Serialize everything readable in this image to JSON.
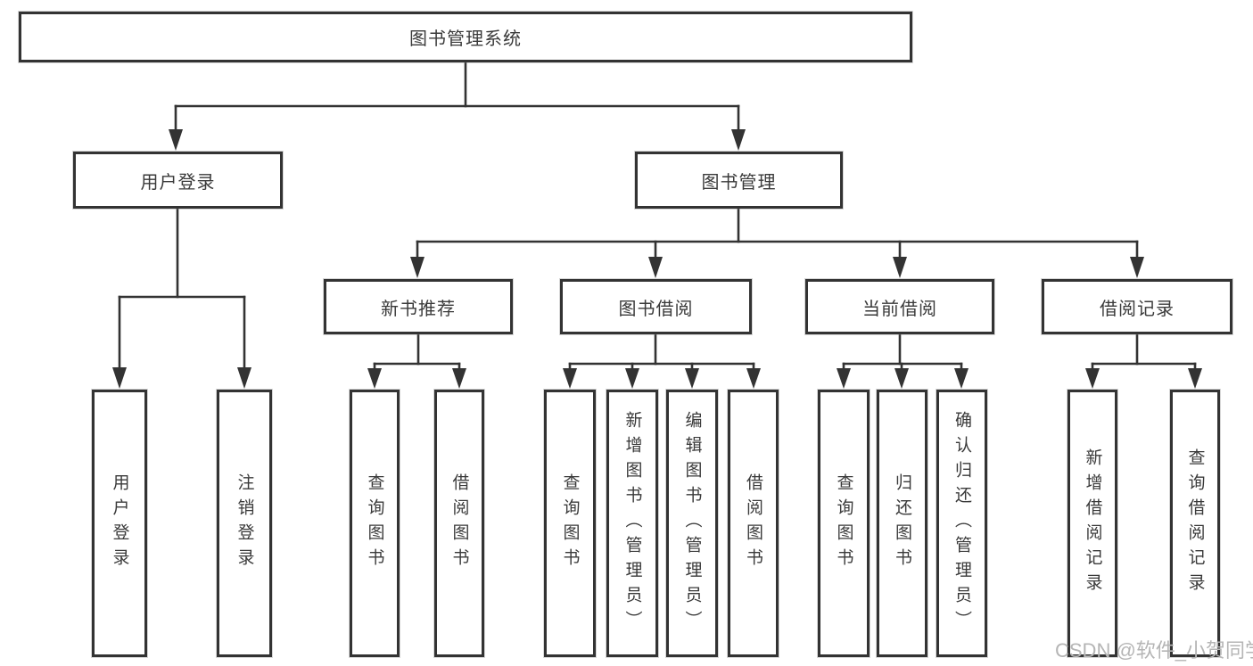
{
  "title_box": "图书管理系统",
  "level2": {
    "user_login": "用户登录",
    "book_management": "图书管理"
  },
  "level3": {
    "new_books": "新书推荐",
    "book_borrowing": "图书借阅",
    "current_borrowing": "当前借阅",
    "borrowing_records": "借阅记录"
  },
  "leaves": {
    "user_login": [
      "用户登录",
      "注销登录"
    ],
    "new_books": [
      "查询图书",
      "借阅图书"
    ],
    "book_borrowing": [
      "查询图书",
      "新增图书（管理员）",
      "编辑图书（管理员）",
      "借阅图书"
    ],
    "current_borrowing": [
      "查询图书",
      "归还图书",
      "确认归还（管理员）"
    ],
    "borrowing_records": [
      "新增借阅记录",
      "查询借阅记录"
    ]
  },
  "watermark": "CSDN @软件_小贺同学",
  "colors": {
    "line": "#333333",
    "box_border": "#333333",
    "text": "#3a3a3a",
    "watermark": "#b5b5b5",
    "background": "#ffffff"
  }
}
